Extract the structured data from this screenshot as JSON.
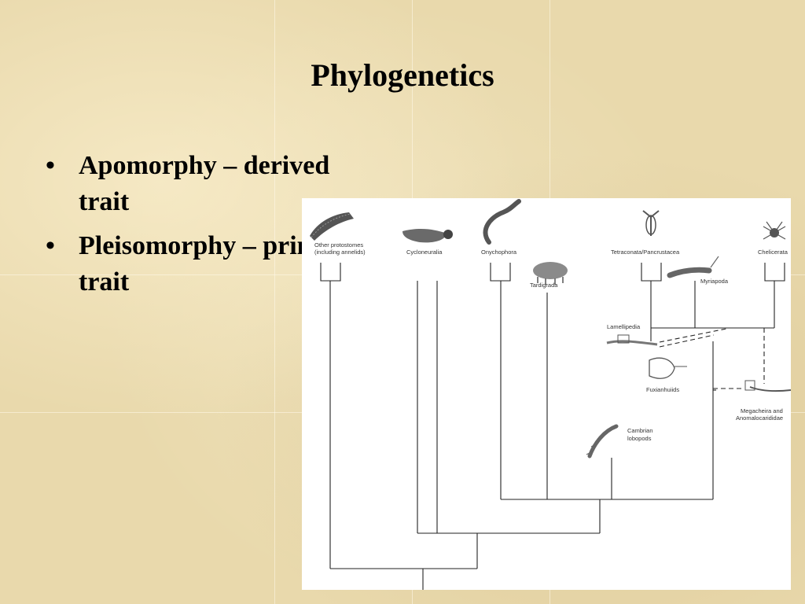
{
  "slide": {
    "title": "Phylogenetics",
    "bullets": [
      {
        "marker": "•",
        "text": "Apomorphy – derived trait"
      },
      {
        "marker": "•",
        "text": "Pleisomorphy – primitive trait"
      }
    ]
  },
  "figure": {
    "taxa": {
      "other_protostomes_line1": "Other protostomes",
      "other_protostomes_line2": "(including annelids)",
      "cycloneuralia": "Cycloneuralia",
      "onychophora": "Onychophora",
      "tardigrada": "Tardigrada",
      "tetraconata": "Tetraconata/Pancrustacea",
      "myriapoda": "Myriapoda",
      "chelicerata": "Chelicerata",
      "lamellipedia": "Lamellipedia",
      "fuxianhuiids": "Fuxianhuiids",
      "megacheira_line1": "Megacheira and",
      "megacheira_line2": "Anomalocarididae",
      "cambrian_line1": "Cambrian",
      "cambrian_line2": "lobopods"
    }
  }
}
